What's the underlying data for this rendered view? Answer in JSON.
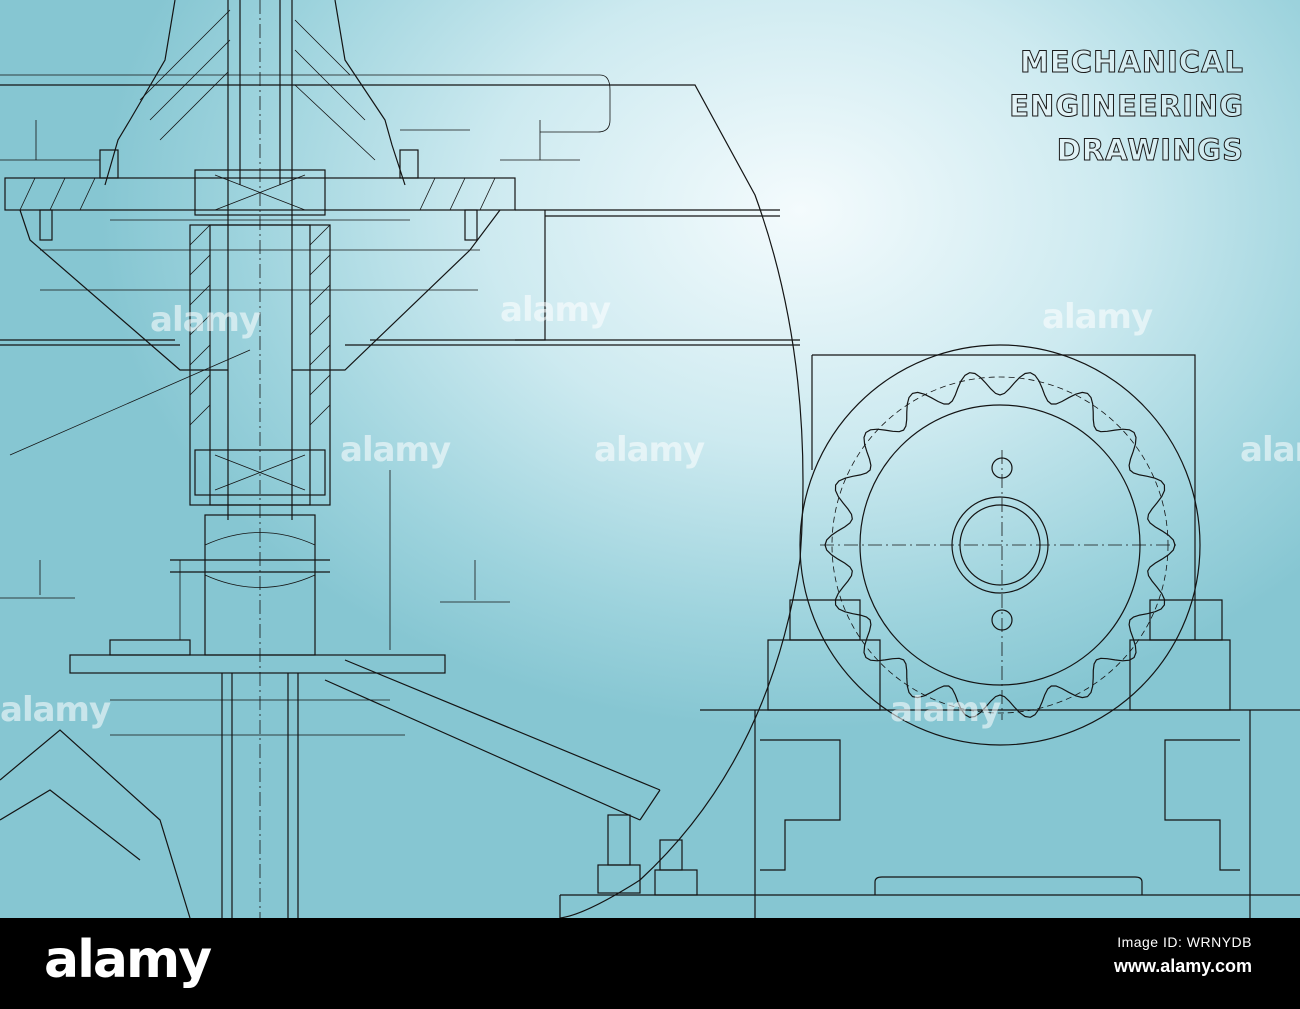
{
  "title_lines": [
    "MECHANICAL",
    "ENGINEERING",
    "DRAWINGS"
  ],
  "watermark": "alamy",
  "footer": {
    "logo": "alamy",
    "image_id": "Image ID: WRNYDB",
    "url": "www.alamy.com"
  },
  "colors": {
    "background_light": "#f4fbfd",
    "background_mid": "#cdeaf0",
    "background_dark": "#86c6d2",
    "line": "#141414",
    "footer": "#000000"
  }
}
